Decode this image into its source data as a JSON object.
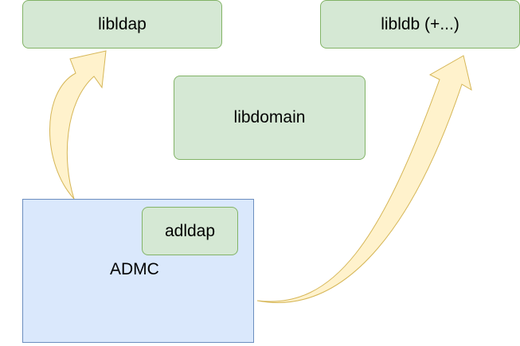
{
  "diagram": {
    "nodes": {
      "libldap": "libldap",
      "libldb": "libldb (+...)",
      "libdomain": "libdomain",
      "adldap": "adldap",
      "admc": "ADMC"
    },
    "colors": {
      "green_fill": "#d5e8d4",
      "green_stroke": "#82b366",
      "blue_fill": "#dae8fc",
      "blue_stroke": "#6c8ebf",
      "arrow_fill": "#fff2cc",
      "arrow_stroke": "#d6b656"
    }
  }
}
